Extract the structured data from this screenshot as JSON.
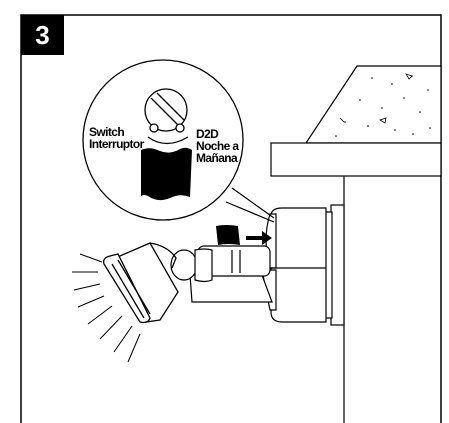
{
  "step": {
    "number": "3"
  },
  "inset": {
    "switch_label_line1": "Switch",
    "switch_label_line2": "Interruptor",
    "mode_label_line1": "D2D",
    "mode_label_line2": "Noche a",
    "mode_label_line3": "Mañana"
  },
  "colors": {
    "ink": "#000000",
    "background": "#ffffff",
    "badge": "#000000"
  },
  "icons": {
    "arrow": "right-arrow-icon",
    "dial": "rotary-switch-icon"
  }
}
